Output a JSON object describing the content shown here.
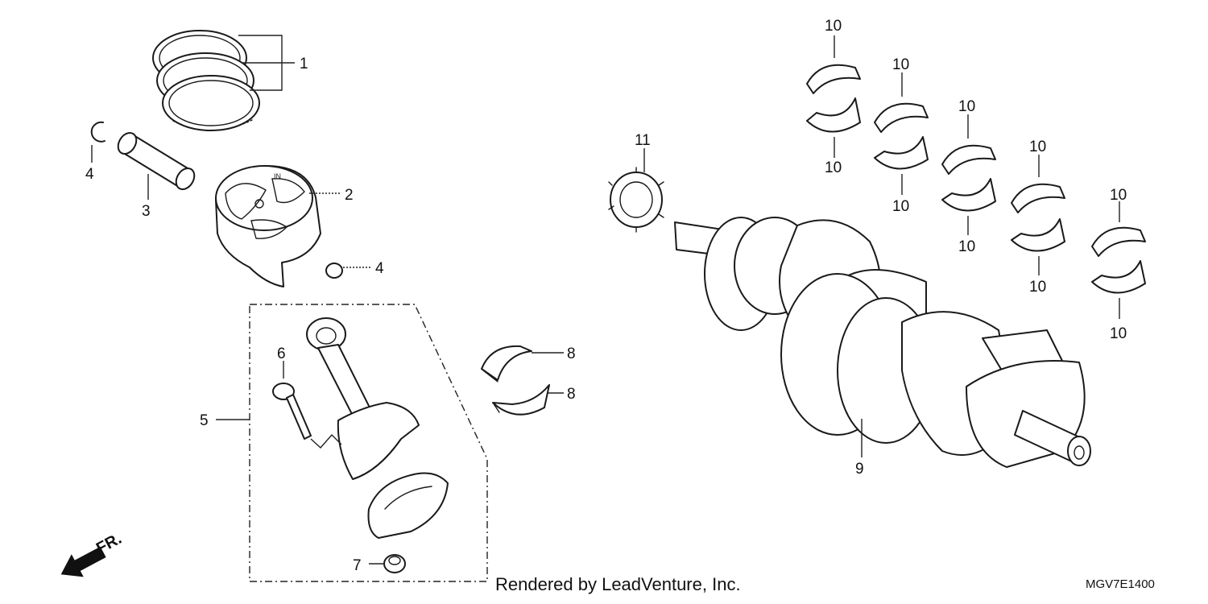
{
  "callouts": {
    "c1": "1",
    "c2": "2",
    "c3": "3",
    "c4a": "4",
    "c4b": "4",
    "c5": "5",
    "c6": "6",
    "c7": "7",
    "c8a": "8",
    "c8b": "8",
    "c9": "9",
    "c10": [
      "10",
      "10",
      "10",
      "10",
      "10",
      "10",
      "10",
      "10",
      "10",
      "10"
    ],
    "c11": "11"
  },
  "direction_label": "FR.",
  "credit": "Rendered by LeadVenture, Inc.",
  "diagram_code": "MGV7E1400"
}
